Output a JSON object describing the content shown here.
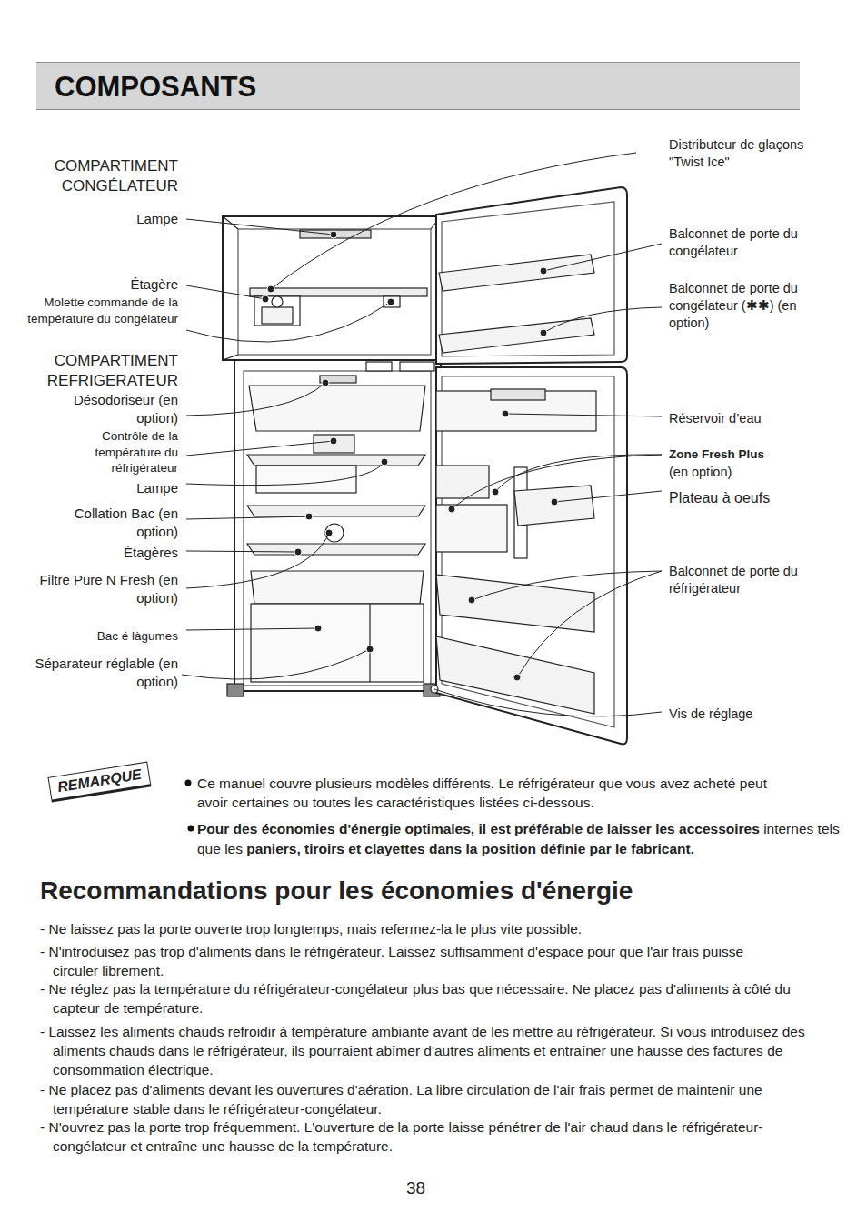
{
  "diagram": {
    "title": "COMPOSANTS",
    "nodes": [
      {
        "text": [
          "REMARQUE"
        ]
      }
    ],
    "labels": [
      "COMPARTIMENT CONGÉLATEUR",
      "Lampe",
      "Étagère",
      "Molette commande de la température du congélateur",
      "COMPARTIMENT REFRIGERATEUR",
      "Désodoriseur (en option)",
      "Contrôle de la température du réfrigérateur",
      "Lampe",
      "Collation Bac (en option)",
      "Étagères",
      "Filtre Pure N Fresh (en option)",
      "Bac é làgumes",
      "Séparateur réglable (en option)",
      "Distributeur de glaçons \"Twist Ice\"",
      "Balconnet de porte du congélateur",
      "Balconnet de porte du congélateur (✱✱) (en option)",
      "Réservoir d’eau",
      "Zone Fresh Plus",
      "(en option)",
      "Plateau à oeufs",
      "Balconnet de porte du réfrigérateur",
      "Vis de réglage",
      "Ce manuel couvre plusieurs modèles différents. Le réfrigérateur que vous avez acheté peut avoir certaines ou toutes les caractéristiques listées ci-dessous.",
      "Pour des économies d'énergie optimales, il est préférable de laisser les accessoires",
      "internes tels que les",
      "paniers, tiroirs et clayettes dans la position définie par le fabricant.",
      "Recommandations pour les économies d'énergie",
      "-  Ne laissez pas la porte ouverte trop longtemps, mais refermez-la le plus vite possible.",
      "-  N'introduisez pas trop d'aliments dans le réfrigérateur. Laissez suffisamment d'espace pour que l'air frais puisse circuler librement.",
      "-  Ne réglez pas la température du réfrigérateur-congélateur plus bas que nécessaire. Ne placez pas d'aliments à côté du capteur de température.",
      "-  Laissez les aliments chauds refroidir à température ambiante avant de les mettre au réfrigérateur. Si vous introduisez des aliments chauds dans le réfrigérateur, ils pourraient abîmer d'autres aliments et entraîner une hausse des factures de consommation électrique.",
      "-  Ne placez pas d'aliments devant les ouvertures d'aération. La libre circulation de l'air frais permet de maintenir une température stable dans le réfrigérateur-congélateur.",
      "-  N'ouvrez pas la porte trop fréquemment. L'ouverture de la porte laisse pénétrer de l'air chaud dans le réfrigérateur-congélateur et entraîne une hausse de la température.",
      "38"
    ]
  }
}
